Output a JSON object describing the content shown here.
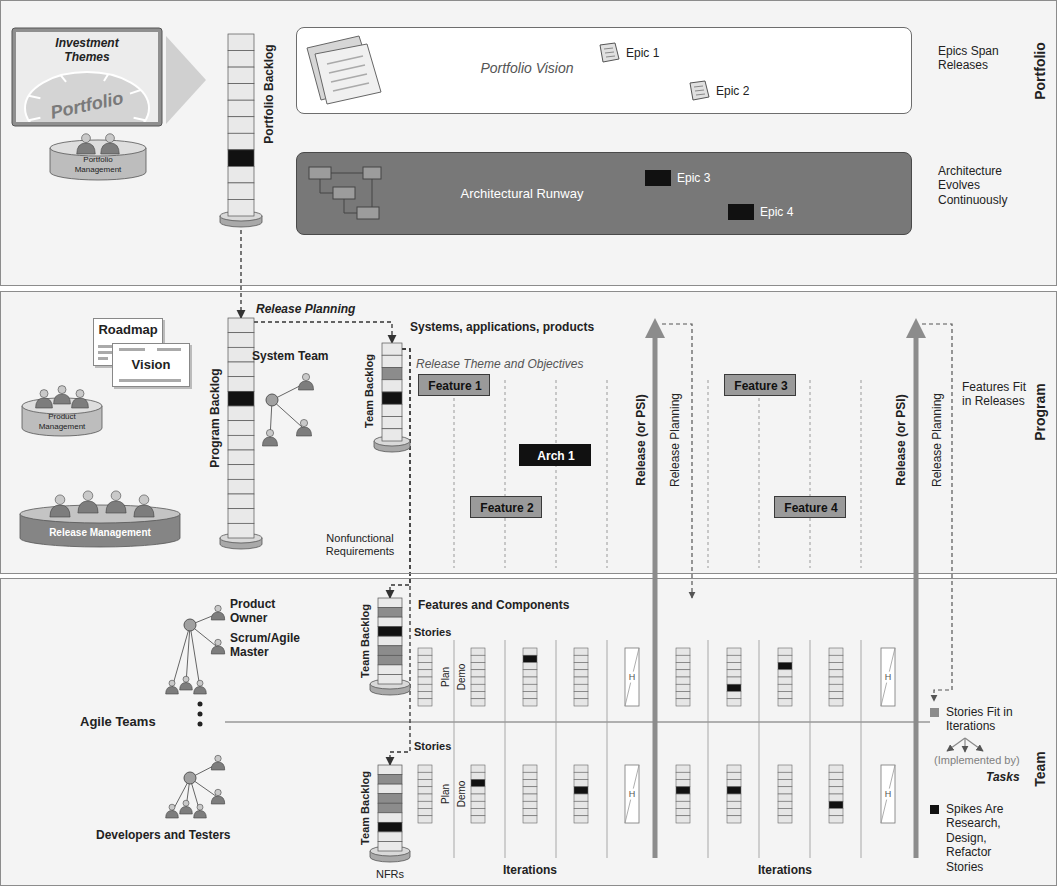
{
  "diagram": {
    "nodes": [
      {
        "text": [
          "Portfolio"
        ]
      },
      {
        "text": [
          "Investment Themes"
        ],
        "in": 0
      },
      {
        "text": [
          "Portfolio Management"
        ],
        "in": 0
      },
      {
        "text": [
          "Portfolio Backlog"
        ],
        "in": 0
      },
      {
        "text": [
          "Portfolio Vision"
        ],
        "in": 0
      },
      {
        "text": [
          "Epic 1"
        ],
        "in": 4
      },
      {
        "text": [
          "Epic 2"
        ],
        "in": 4
      },
      {
        "text": [
          "Architectural Runway"
        ],
        "in": 0
      },
      {
        "text": [
          "Epic 3"
        ],
        "in": 7
      },
      {
        "text": [
          "Epic 4"
        ],
        "in": 7
      },
      {
        "text": [
          "Program"
        ]
      },
      {
        "text": [
          "Roadmap"
        ],
        "in": 10
      },
      {
        "text": [
          "Vision"
        ],
        "in": 10
      },
      {
        "text": [
          "Product Management"
        ],
        "in": 10
      },
      {
        "text": [
          "Release Management"
        ],
        "in": 10
      },
      {
        "text": [
          "Program Backlog"
        ],
        "in": 10
      },
      {
        "text": [
          "Team Backlog"
        ],
        "in": 10
      },
      {
        "text": [
          "Feature 1"
        ],
        "in": 10
      },
      {
        "text": [
          "Feature 2"
        ],
        "in": 10
      },
      {
        "text": [
          "Arch 1"
        ],
        "in": 10
      },
      {
        "text": [
          "Feature 3"
        ],
        "in": 10
      },
      {
        "text": [
          "Feature 4"
        ],
        "in": 10
      },
      {
        "text": [
          "Team"
        ]
      },
      {
        "text": [
          "Team Backlog"
        ],
        "in": 22
      },
      {
        "text": [
          "Team Backlog"
        ],
        "in": 22
      }
    ],
    "edges": [
      {
        "from": 3,
        "to": 15,
        "arrow": "to"
      },
      {
        "from": 15,
        "to": 16,
        "label": "Release Planning",
        "arrow": "to"
      },
      {
        "from": 16,
        "to": 23,
        "arrow": "to"
      },
      {
        "from": 16,
        "to": 24,
        "arrow": "to"
      }
    ],
    "labels": [
      "Portfolio",
      "Epics Span Releases",
      "Architecture Evolves Continuously",
      "Systems, applications, products",
      "Release Theme and Objectives",
      "System Team",
      "Nonfunctional Requirements",
      "Release (or PSI)",
      "Release Planning",
      "Release (or PSI)",
      "Release Planning",
      "Features Fit in Releases",
      "Product Owner",
      "Scrum/Agile Master",
      "Agile Teams",
      "Developers and Testers",
      "Features and Components",
      "Stories",
      "Plan",
      "Demo",
      "Stories",
      "Plan",
      "Demo",
      "Iterations",
      "Iterations",
      "NFRs",
      "(Implemented by)",
      "Tasks",
      "H",
      "H",
      "H",
      "H"
    ],
    "legend": [
      {
        "text": "Stories Fit in Iterations",
        "color": "#8c8c8c"
      },
      {
        "text": "Spikes Are Research, Design, Refactor Stories",
        "color": "#111111"
      }
    ]
  }
}
